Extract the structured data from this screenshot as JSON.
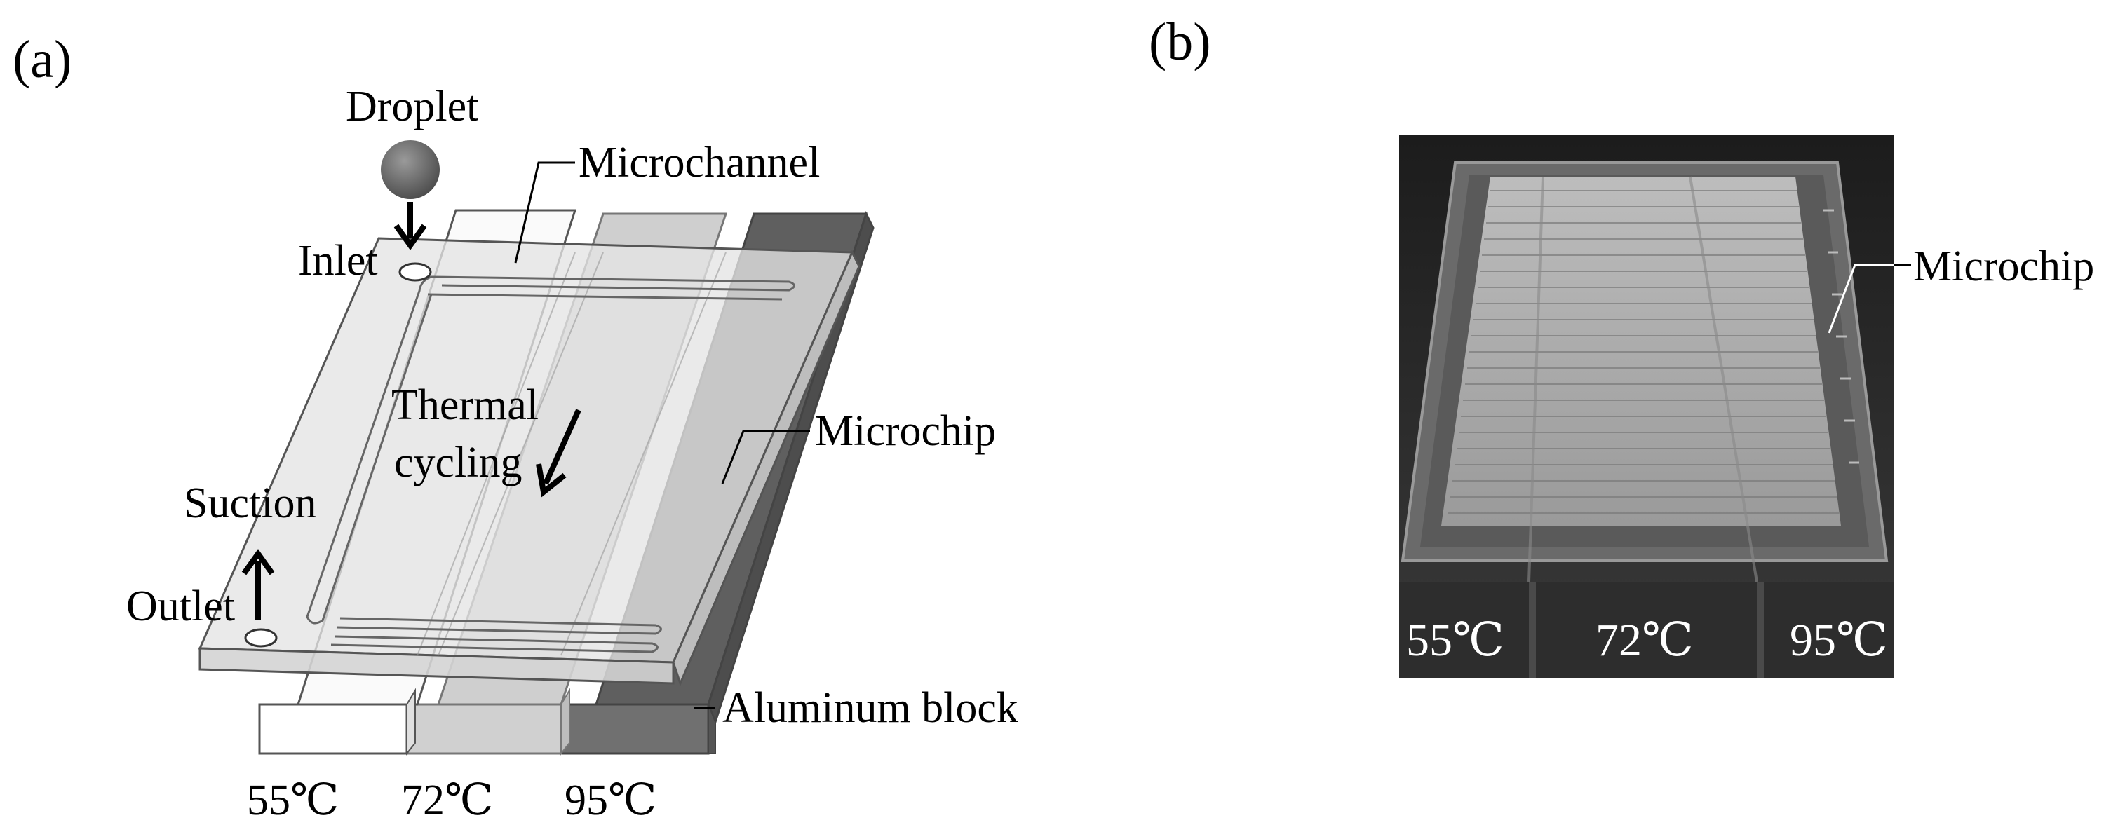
{
  "panel_a": {
    "tag": "(a)",
    "labels": {
      "droplet": "Droplet",
      "inlet": "Inlet",
      "microchannel": "Microchannel",
      "thermal": "Thermal",
      "cycling": "cycling",
      "microchip": "Microchip",
      "suction": "Suction",
      "outlet": "Outlet",
      "aluminum_block": "Aluminum block"
    },
    "temperatures": [
      "55℃",
      "72℃",
      "95℃"
    ]
  },
  "panel_b": {
    "tag": "(b)",
    "microchip": "Microchip",
    "temperatures": [
      "55℃",
      "72℃",
      "95℃"
    ]
  },
  "colors": {
    "block_55": "#ffffff",
    "block_72": "#d0d0d0",
    "block_95": "#707070",
    "chip": "#e6e6e6",
    "droplet": "#6e6e6e",
    "photo_bg": "#2b2b2b"
  },
  "icons": [
    "droplet-circle",
    "down-arrow",
    "up-arrow",
    "diagonal-arrow"
  ]
}
